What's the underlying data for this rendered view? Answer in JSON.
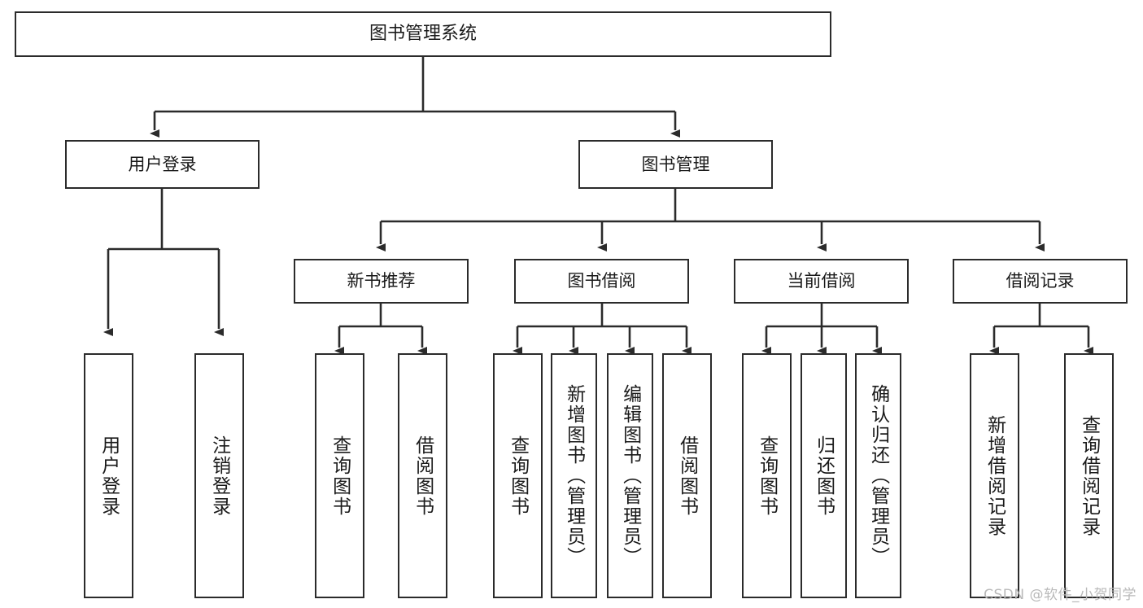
{
  "diagram": {
    "title": "图书管理系统",
    "type": "hierarchy-tree",
    "colors": {
      "background": "#ffffff",
      "box_border": "#2b2b2b",
      "box_fill": "#ffffff",
      "text": "#1a1a1a",
      "connector": "#2b2b2b",
      "watermark": "#b9b9b9"
    },
    "root": {
      "label": "图书管理系统"
    },
    "level2": [
      {
        "label": "用户登录"
      },
      {
        "label": "图书管理"
      }
    ],
    "level3": [
      {
        "label": "新书推荐"
      },
      {
        "label": "图书借阅"
      },
      {
        "label": "当前借阅"
      },
      {
        "label": "借阅记录"
      }
    ],
    "leaves": {
      "user_login": [
        {
          "label": "用户登录"
        },
        {
          "label": "注销登录"
        }
      ],
      "new_book_recommend": [
        {
          "label": "查询图书"
        },
        {
          "label": "借阅图书"
        }
      ],
      "book_borrow": [
        {
          "label": "查询图书"
        },
        {
          "label": "新增图书（管理员）"
        },
        {
          "label": "编辑图书（管理员）"
        },
        {
          "label": "借阅图书"
        }
      ],
      "current_borrow": [
        {
          "label": "查询图书"
        },
        {
          "label": "归还图书"
        },
        {
          "label": "确认归还（管理员）"
        }
      ],
      "borrow_record": [
        {
          "label": "新增借阅记录"
        },
        {
          "label": "查询借阅记录"
        }
      ]
    },
    "watermark": "CSDN @软件_小贺同学"
  }
}
